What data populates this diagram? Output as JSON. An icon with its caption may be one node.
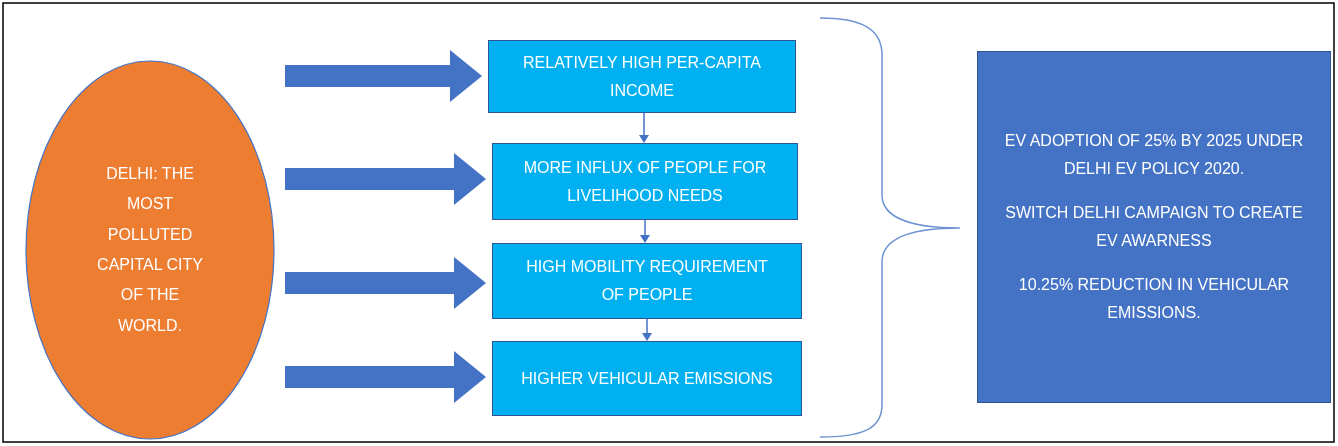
{
  "diagram": {
    "nodes": [
      {
        "text": [
          "DELHI: THE MOST POLLUTED CAPITAL CITY OF THE WORLD."
        ]
      },
      {
        "text": [
          "RELATIVELY HIGH PER-CAPITA INCOME"
        ]
      },
      {
        "text": [
          "MORE INFLUX OF PEOPLE FOR LIVELIHOOD NEEDS"
        ]
      },
      {
        "text": [
          "HIGH MOBILITY REQUIREMENT OF PEOPLE"
        ]
      },
      {
        "text": [
          "HIGHER VEHICULAR EMISSIONS"
        ]
      },
      {
        "text": [
          "EV ADOPTION OF 25% BY 2025 UNDER DELHI EV POLICY 2020.",
          "SWITCH DELHI CAMPAIGN TO CREATE EV AWARNESS",
          "10.25% REDUCTION IN VEHICULAR EMISSIONS."
        ]
      }
    ],
    "edges": [
      {
        "from": 0,
        "to": 1,
        "arrow": "to"
      },
      {
        "from": 0,
        "to": 2,
        "arrow": "to"
      },
      {
        "from": 0,
        "to": 3,
        "arrow": "to"
      },
      {
        "from": 0,
        "to": 4,
        "arrow": "to"
      },
      {
        "from": 1,
        "to": 2,
        "arrow": "to"
      },
      {
        "from": 2,
        "to": 3,
        "arrow": "to"
      },
      {
        "from": 3,
        "to": 4,
        "arrow": "to"
      }
    ]
  }
}
